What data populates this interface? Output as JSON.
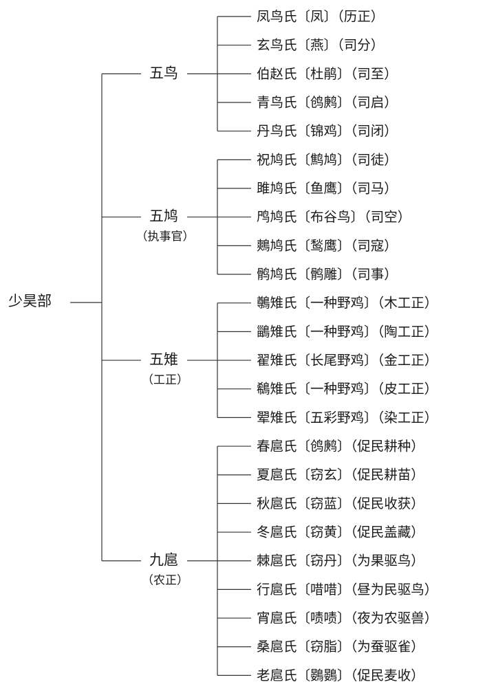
{
  "root": {
    "label": "少昊部"
  },
  "groups": [
    {
      "label": "五鸟",
      "sublabel": "",
      "items": [
        "凤鸟氏〔凤〕（历正）",
        "玄鸟氏〔燕〕（司分）",
        "伯赵氏〔杜鹃〕（司至）",
        "青鸟氏〔鸧鹒〕（司启）",
        "丹鸟氏〔锦鸡〕（司闭）"
      ]
    },
    {
      "label": "五鸠",
      "sublabel": "（执事官）",
      "items": [
        "祝鸠氏〔鹪鸠〕（司徒）",
        "雎鸠氏〔鱼鹰〕（司马）",
        "鸤鸠氏〔布谷鸟〕（司空）",
        "鷞鸠氏〔鹙鹰〕（司寇）",
        "鹘鸠氏〔鹘雕〕（司事）"
      ]
    },
    {
      "label": "五雉",
      "sublabel": "（工正）",
      "items": [
        "鷷雉氏〔一种野鸡〕（木工正）",
        "鶅雉氏〔一种野鸡〕（陶工正）",
        "翟雉氏〔长尾野鸡〕（金工正）",
        "鵗雉氏〔一种野鸡〕（皮工正）",
        "翚雉氏〔五彩野鸡〕（染工正）"
      ]
    },
    {
      "label": "九扈",
      "sublabel": "（农正）",
      "items": [
        "春扈氏〔鸧鹒〕（促民耕种）",
        "夏扈氏〔窃玄〕（促民耕苗）",
        "秋扈氏〔窃蓝〕（促民收获）",
        "冬扈氏〔窃黄〕（促民盖藏）",
        "棘扈氏〔窃丹〕（为果驱鸟）",
        "行扈氏〔唶唶〕（昼为民驱鸟）",
        "宵扈氏〔啧啧〕（夜为农驱兽）",
        "桑扈氏〔窃脂〕（为蚕驱雀）",
        "老扈氏〔鷃鷃〕（促民麦收）"
      ]
    }
  ]
}
